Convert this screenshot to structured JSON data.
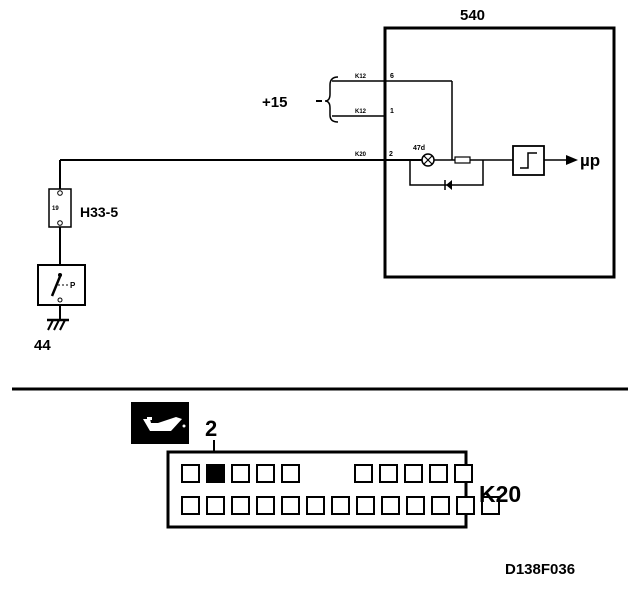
{
  "schematic": {
    "control_unit_label": "540",
    "supply_label": "+15",
    "supply_wire_1": "K12",
    "supply_wire_2": "K12",
    "sensor_wire": "K20",
    "pin_6": "6",
    "pin_1": "1",
    "pin_2": "2",
    "lamp_label": "47d",
    "output_label": "µp",
    "connector_label": "H33-5",
    "connector_pin": "19",
    "switch_label": "P",
    "ground_label": "44"
  },
  "connector_view": {
    "pin_callout": "2",
    "connector_label": "K20",
    "top_row_left_count": 5,
    "top_row_right_count": 5,
    "bottom_row_count": 13,
    "highlighted_pin_index": 1,
    "icon": "oil-can-icon"
  },
  "figure_code": "D138F036"
}
